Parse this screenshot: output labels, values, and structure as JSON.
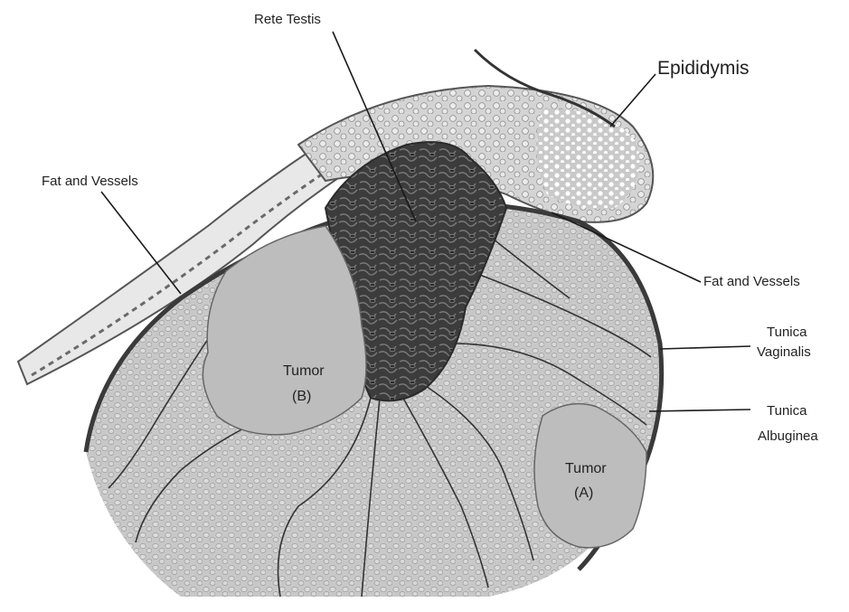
{
  "labels": {
    "rete_testis": "Rete Testis",
    "epididymis": "Epididymis",
    "fat_vessels_left": "Fat and Vessels",
    "fat_vessels_right": "Fat and Vessels",
    "tunica_vaginalis_line1": "Tunica",
    "tunica_vaginalis_line2": "Vaginalis",
    "tunica_albuginea_line1": "Tunica",
    "tunica_albuginea_line2": "Albuginea",
    "tumor_b_line1": "Tumor",
    "tumor_b_line2": "(B)",
    "tumor_a_line1": "Tumor",
    "tumor_a_line2": "(A)"
  },
  "colors": {
    "background": "#ffffff",
    "parenchyma": "#c9c9c9",
    "tumor": "#bdbdbd",
    "rete_testis": "#4a4a4a",
    "epididymis": "#d8d8d8",
    "capsule": "#3a3a3a",
    "fat_layer": "#e6e6e6"
  }
}
